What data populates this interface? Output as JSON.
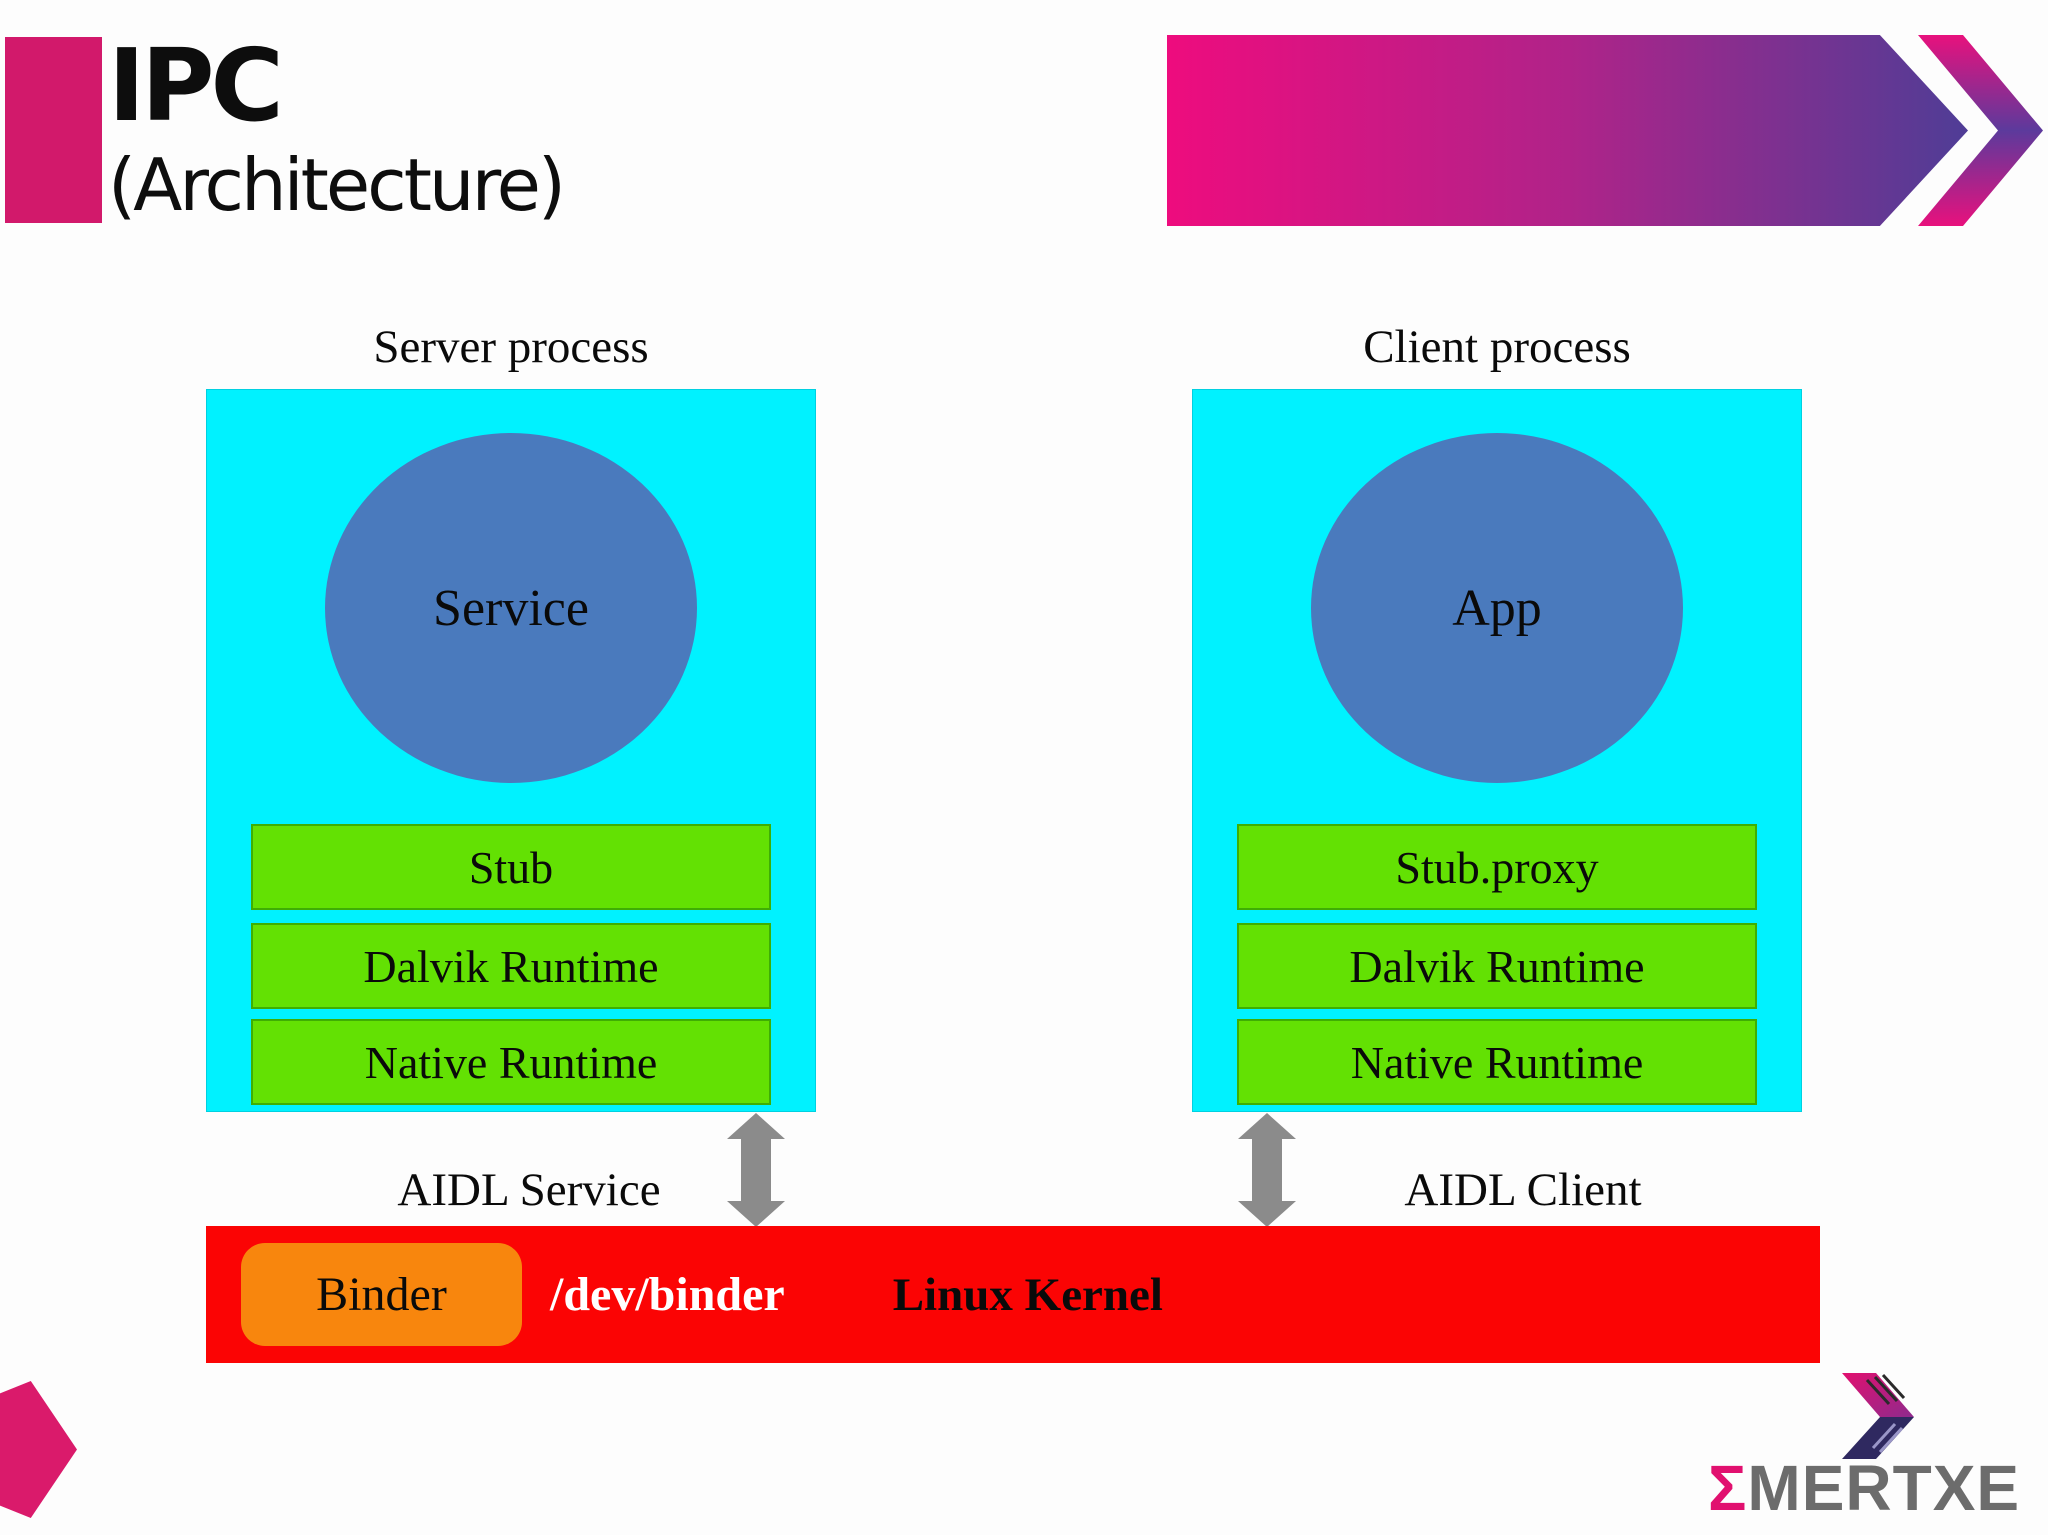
{
  "slide": {
    "title": "IPC",
    "subtitle": "(Architecture)"
  },
  "server_process": {
    "label": "Server process",
    "component": "Service",
    "layers": [
      "Stub",
      "Dalvik Runtime",
      "Native Runtime"
    ],
    "connection_label": "AIDL Service"
  },
  "client_process": {
    "label": "Client process",
    "component": "App",
    "layers": [
      "Stub.proxy",
      "Dalvik Runtime",
      "Native Runtime"
    ],
    "connection_label": "AIDL Client"
  },
  "kernel_bar": {
    "binder_label": "Binder",
    "device_path": "/dev/binder",
    "kernel_label": "Linux Kernel"
  },
  "logo": {
    "sigma": "Σ",
    "name": "MERTXE"
  },
  "colors": {
    "accent_pink": "#d2196b",
    "banner_gradient_start": "#ee0c7e",
    "banner_gradient_end": "#4f3d96",
    "process_box_cyan": "#00f2ff",
    "layer_green": "#63e103",
    "component_blue": "#4a7abd",
    "kernel_red": "#fb0404",
    "binder_orange": "#f8860d",
    "arrow_gray": "#8b8b8b",
    "logo_gray": "#6c6c6c"
  }
}
